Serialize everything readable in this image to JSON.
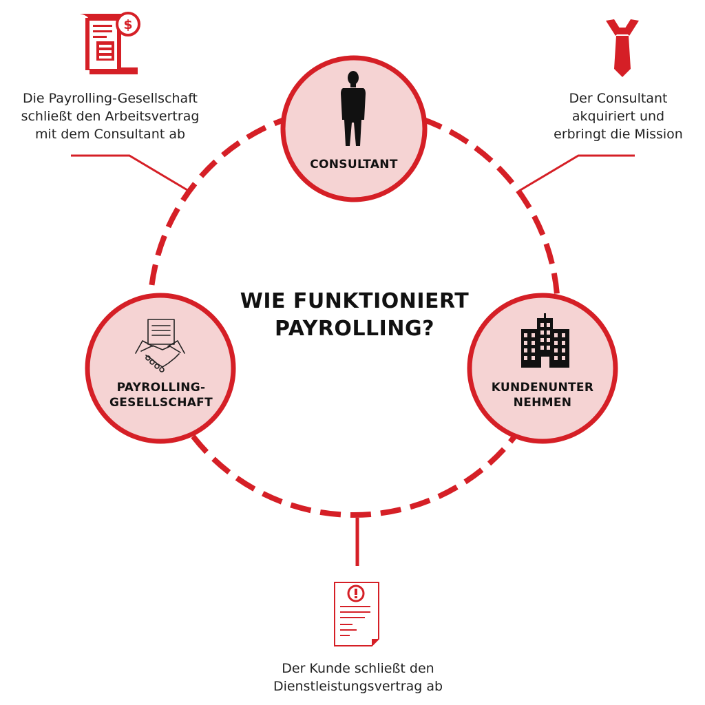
{
  "title": {
    "line1": "WIE FUNKTIONIERT",
    "line2": "PAYROLLING?"
  },
  "nodes": {
    "consultant": {
      "label": "CONSULTANT",
      "icon": "person-silhouette-icon"
    },
    "payrolling": {
      "label_line1": "PAYROLLING-",
      "label_line2": "GESELLSCHAFT",
      "icon": "handshake-icon"
    },
    "kunden": {
      "label_line1": "KUNDENUNTER",
      "label_line2": "NEHMEN",
      "icon": "office-building-icon"
    }
  },
  "captions": {
    "top_left": {
      "line1": "Die Payrolling-Gesellschaft",
      "line2": "schließt den Arbeitsvertrag",
      "line3": "mit dem Consultant ab",
      "icon": "payroll-document-icon"
    },
    "top_right": {
      "line1": "Der Consultant",
      "line2": "akquiriert und",
      "line3": "erbringt die Mission",
      "icon": "necktie-icon"
    },
    "bottom": {
      "line1": "Der Kunde schließt den",
      "line2": "Dienstleistungsvertrag ab",
      "icon": "contract-alert-icon"
    }
  },
  "colors": {
    "accent": "#d51f26",
    "node_fill": "#f5d3d3",
    "text": "#111111"
  }
}
